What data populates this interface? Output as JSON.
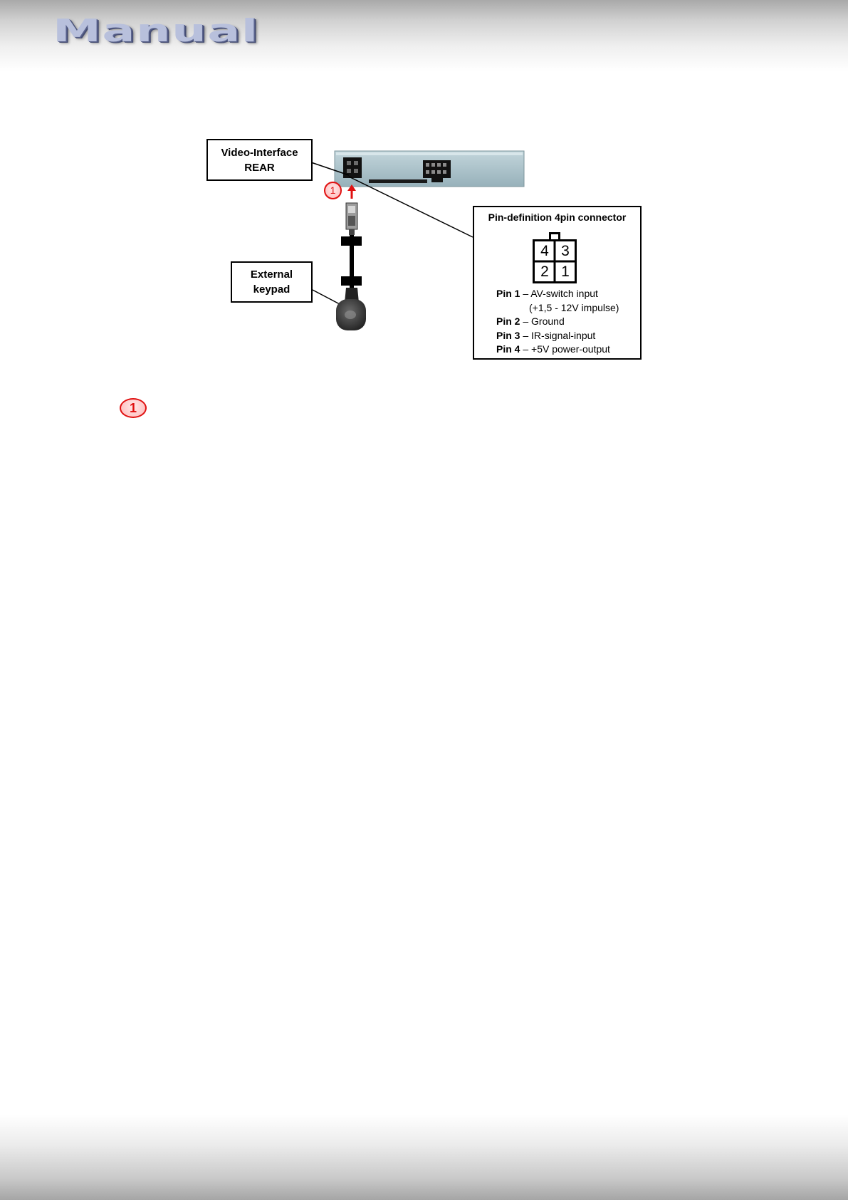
{
  "header": {
    "title": "Manual"
  },
  "diagram": {
    "video_interface_label": [
      "Video-Interface",
      "REAR"
    ],
    "keypad_label": [
      "External",
      "keypad"
    ],
    "step_badge": "1"
  },
  "pin_definition": {
    "title": "Pin-definition 4pin connector",
    "grid": [
      "4",
      "3",
      "2",
      "1"
    ],
    "lines": [
      {
        "pin": "Pin 1",
        "desc": " – AV-switch input"
      },
      {
        "pin": "",
        "desc": "(+1,5 - 12V impulse)"
      },
      {
        "pin": "Pin 2",
        "desc": " – Ground"
      },
      {
        "pin": "Pin 3",
        "desc": " – IR-signal-input"
      },
      {
        "pin": "Pin 4",
        "desc": " – +5V power-output"
      }
    ]
  },
  "legend": {
    "badge": "1"
  },
  "colors": {
    "accent_red": "#e01010",
    "interface_body": "#a9c1c9",
    "header_text": "#b8c0dc"
  }
}
